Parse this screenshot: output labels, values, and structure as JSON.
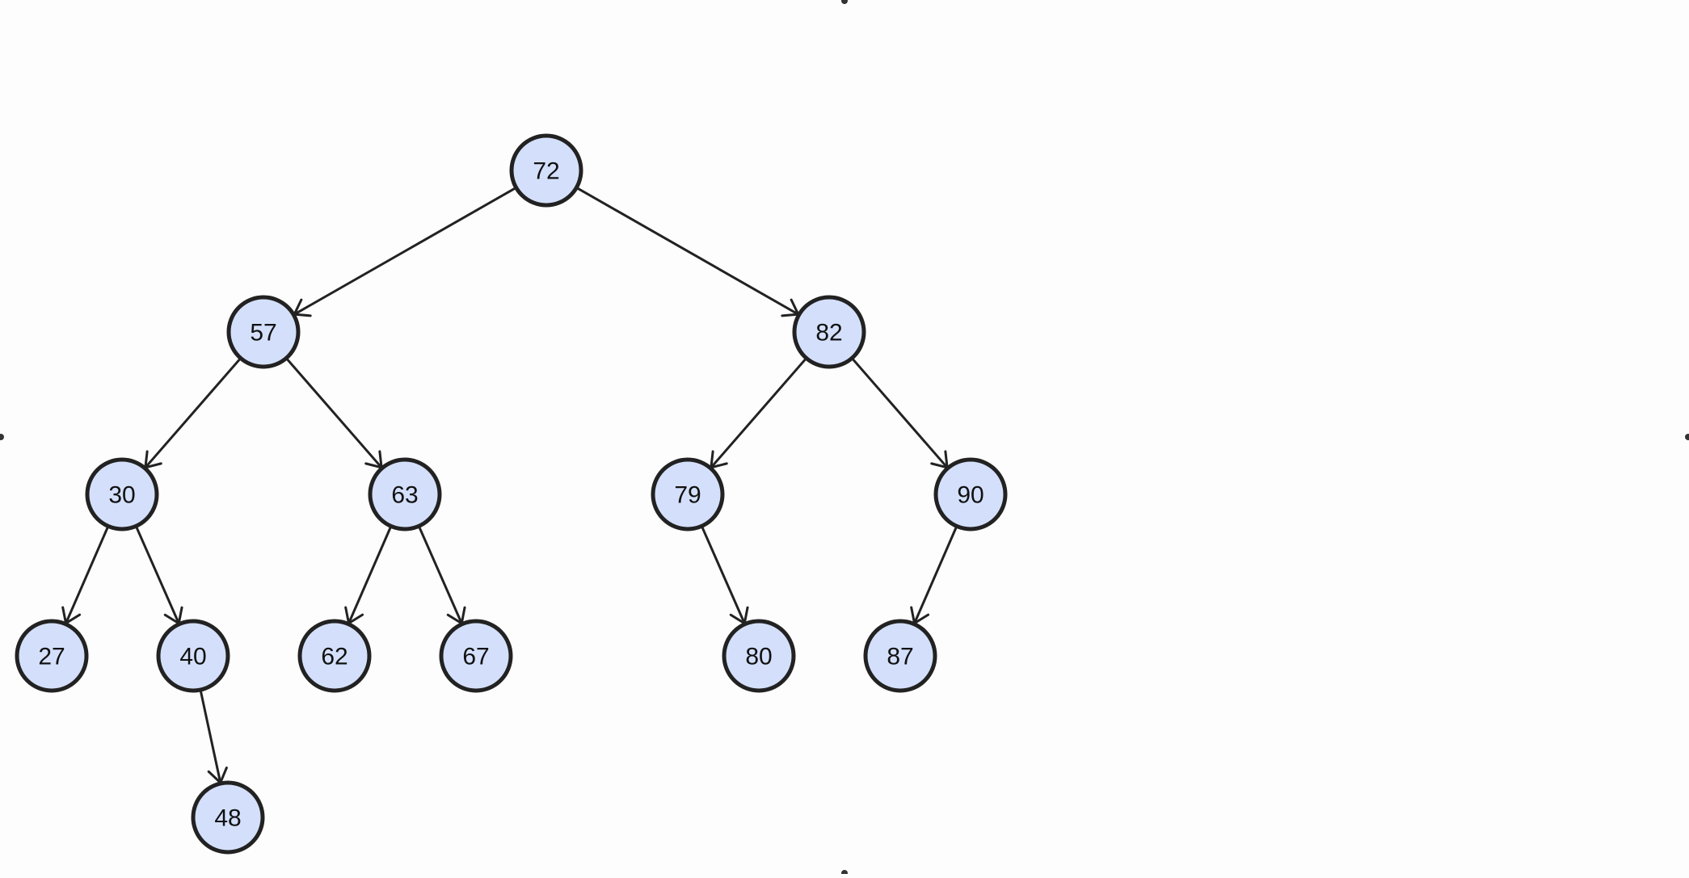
{
  "tree": {
    "nodes": [
      {
        "id": "n72",
        "label": "72"
      },
      {
        "id": "n57",
        "label": "57"
      },
      {
        "id": "n82",
        "label": "82"
      },
      {
        "id": "n30",
        "label": "30"
      },
      {
        "id": "n63",
        "label": "63"
      },
      {
        "id": "n79",
        "label": "79"
      },
      {
        "id": "n90",
        "label": "90"
      },
      {
        "id": "n27",
        "label": "27"
      },
      {
        "id": "n40",
        "label": "40"
      },
      {
        "id": "n62",
        "label": "62"
      },
      {
        "id": "n67",
        "label": "67"
      },
      {
        "id": "n80",
        "label": "80"
      },
      {
        "id": "n87",
        "label": "87"
      },
      {
        "id": "n48",
        "label": "48"
      }
    ],
    "edges": [
      {
        "from": "n72",
        "to": "n57"
      },
      {
        "from": "n72",
        "to": "n82"
      },
      {
        "from": "n57",
        "to": "n30"
      },
      {
        "from": "n57",
        "to": "n63"
      },
      {
        "from": "n82",
        "to": "n79"
      },
      {
        "from": "n82",
        "to": "n90"
      },
      {
        "from": "n30",
        "to": "n27"
      },
      {
        "from": "n30",
        "to": "n40"
      },
      {
        "from": "n63",
        "to": "n62"
      },
      {
        "from": "n63",
        "to": "n67"
      },
      {
        "from": "n79",
        "to": "n80"
      },
      {
        "from": "n90",
        "to": "n87"
      },
      {
        "from": "n40",
        "to": "n48"
      }
    ]
  },
  "colors": {
    "node_fill": "#d4e0fb",
    "stroke": "#222222",
    "background": "#fdfdfd"
  }
}
